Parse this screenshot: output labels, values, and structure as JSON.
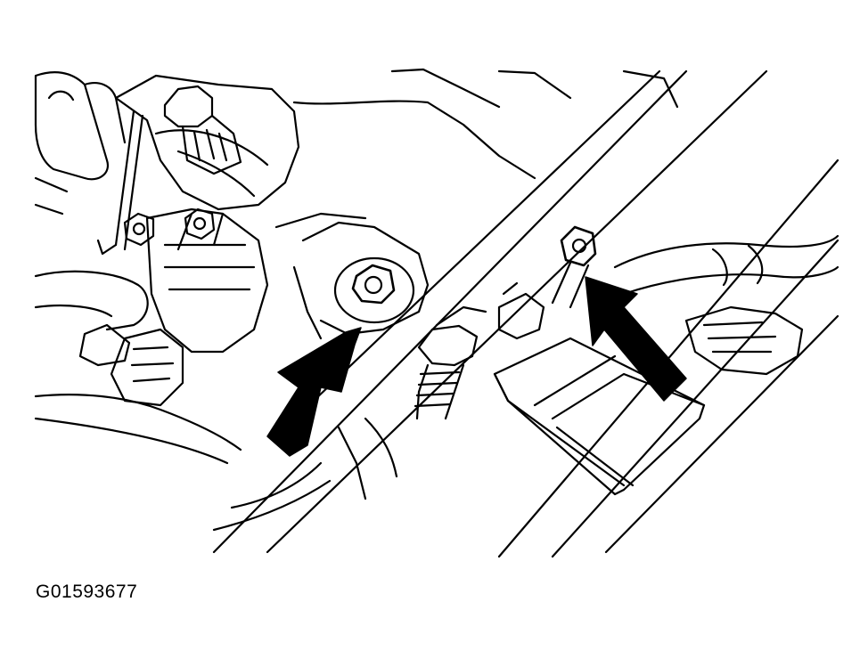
{
  "figure": {
    "id_label": "G01593677",
    "line_color": "#000000",
    "background_color": "#ffffff",
    "arrows": [
      {
        "name": "arrow-left",
        "points_to": "nut"
      },
      {
        "name": "arrow-right",
        "points_to": "bolt"
      }
    ]
  }
}
